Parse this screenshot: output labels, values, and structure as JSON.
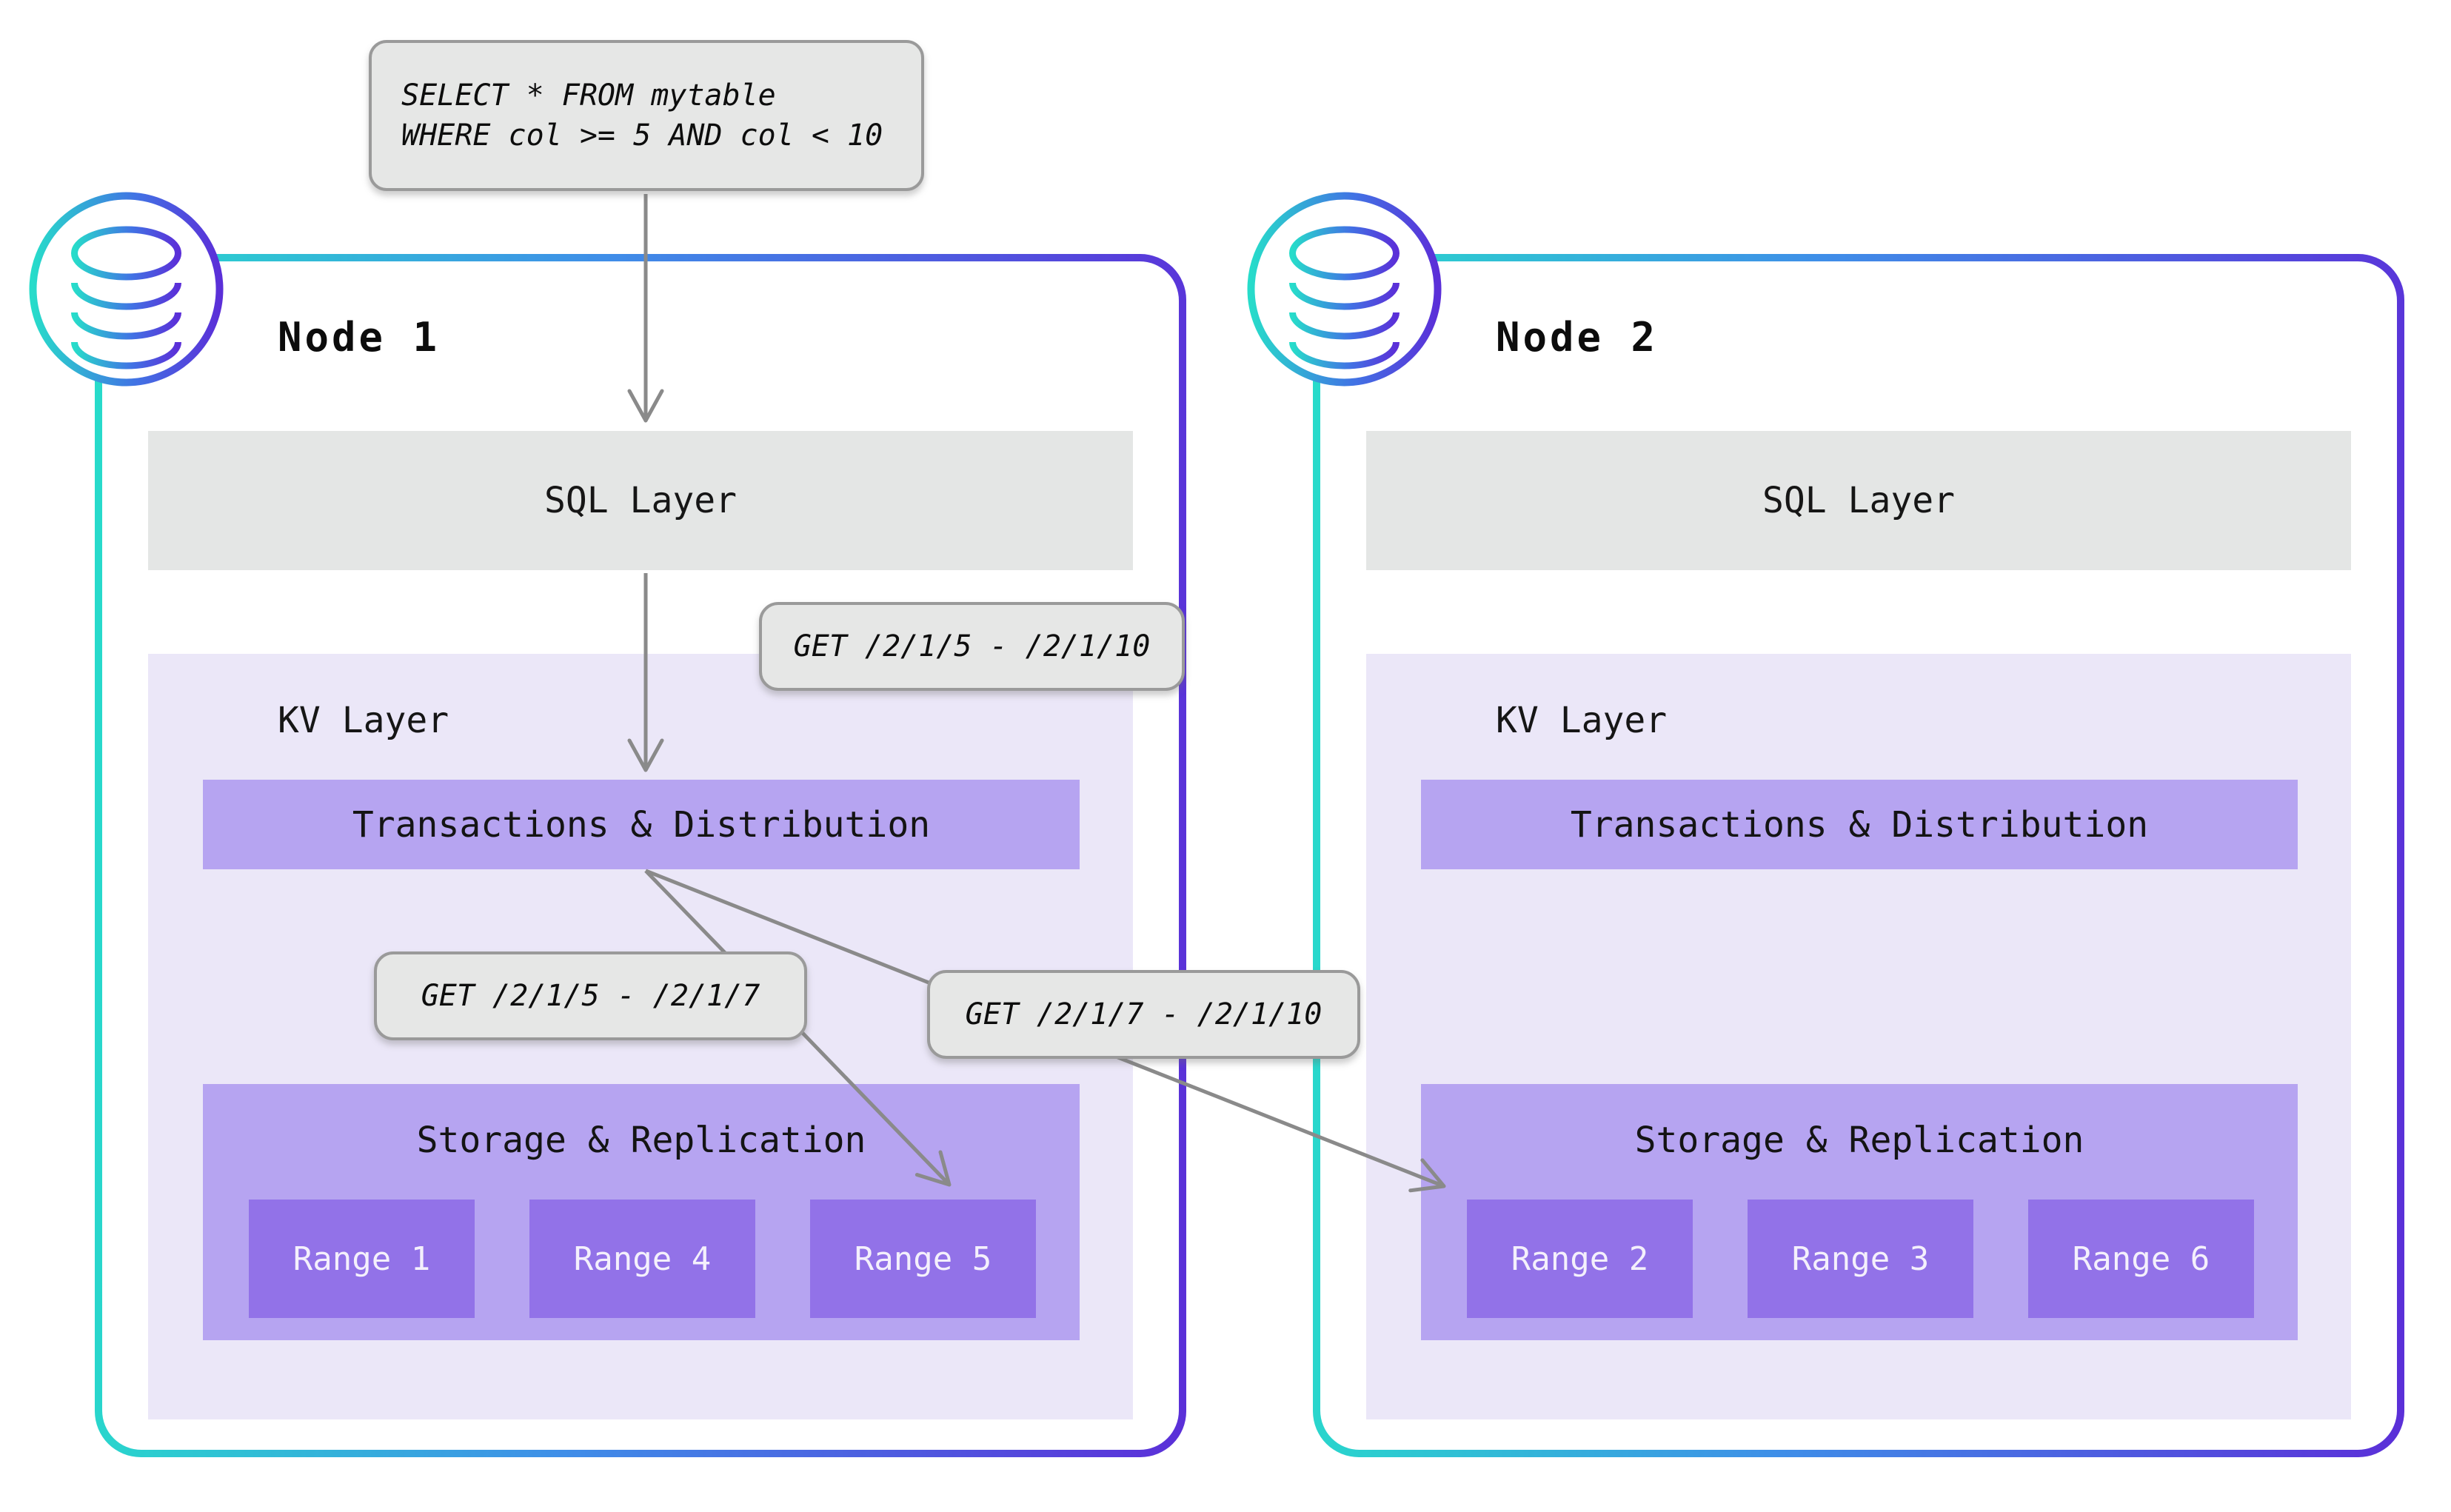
{
  "diagram": {
    "query": {
      "line1": "SELECT * FROM mytable",
      "line2": "WHERE col >= 5 AND col < 10"
    },
    "get_labels": {
      "full_range": "GET /2/1/5 - /2/1/10",
      "left_split": "GET /2/1/5 - /2/1/7",
      "right_split": "GET /2/1/7 - /2/1/10"
    },
    "nodes": [
      {
        "title": "Node 1",
        "sql_layer": "SQL Layer",
        "kv_layer": "KV Layer",
        "transactions": "Transactions & Distribution",
        "storage": "Storage & Replication",
        "ranges": [
          "Range 1",
          "Range 4",
          "Range 5"
        ]
      },
      {
        "title": "Node 2",
        "sql_layer": "SQL Layer",
        "kv_layer": "KV Layer",
        "transactions": "Transactions & Distribution",
        "storage": "Storage & Replication",
        "ranges": [
          "Range 2",
          "Range 3",
          "Range 6"
        ]
      }
    ],
    "colors": {
      "accent_cyan": "#27dcca",
      "accent_blue": "#3f8ee8",
      "accent_purple": "#5b2fd8",
      "sql_layer_gray": "#e4e6e5",
      "kv_layer_bg": "#ebe7f8",
      "block_purple": "#b6a4f1",
      "range_purple": "#9272e8",
      "label_bg": "#e6e7e6",
      "label_border": "#9a9a9a",
      "arrow_gray": "#8a8a8a"
    }
  }
}
